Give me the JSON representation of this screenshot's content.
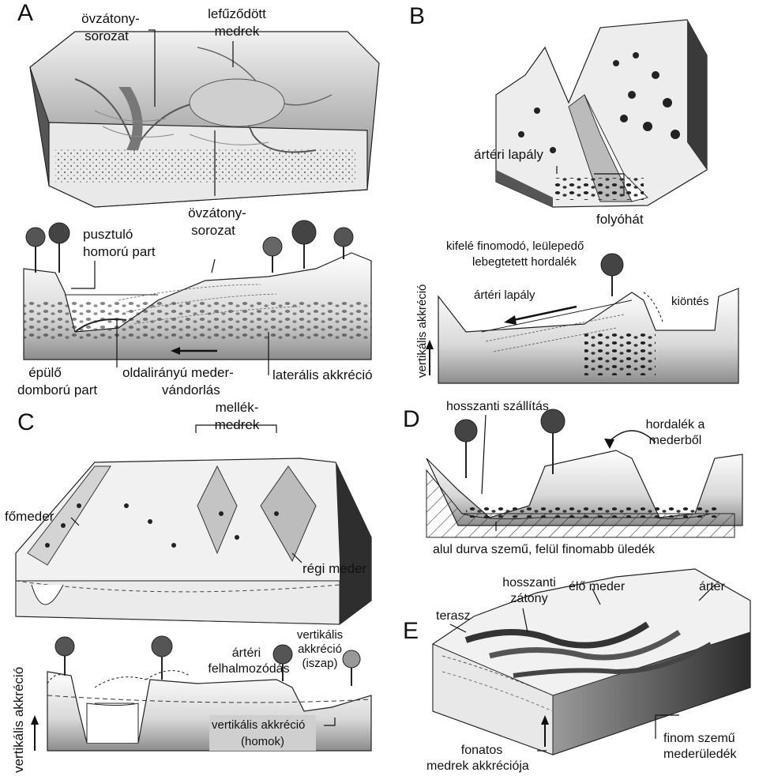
{
  "panels": {
    "A": {
      "letter": "A",
      "top_labels": {
        "point_bar_series_1": "övzátony-",
        "point_bar_series_2": "sorozat",
        "oxbow_1": "lefűződött",
        "oxbow_2": "medrek"
      },
      "bottom_labels": {
        "point_bar_series_1": "övzátony-",
        "point_bar_series_2": "sorozat",
        "eroding_bank_1": "pusztuló",
        "eroding_bank_2": "homorú part",
        "building_bank_1": "épülő",
        "building_bank_2": "domború part",
        "migration_1": "oldalirányú meder-",
        "migration_2": "vándorlás",
        "lateral_accretion": "laterális akkréció"
      }
    },
    "B": {
      "letter": "B",
      "top_labels": {
        "floodplain": "ártéri lapály",
        "channel_bar": "folyóhát"
      },
      "bottom_labels": {
        "fining_1": "kifelé finomodó, leülepedő",
        "fining_2": "lebegtetett hordalék",
        "floodplain": "ártéri lapály",
        "overbank": "kiöntés",
        "axis": "vertikális akkréció"
      }
    },
    "C": {
      "letter": "C",
      "top_labels": {
        "side_channels_1": "mellék-",
        "side_channels_2": "medrek",
        "main_channel": "főmeder",
        "old_channel": "régi meder"
      },
      "bottom_labels": {
        "floodplain_1": "ártéri",
        "floodplain_2": "felhalmozódás",
        "vert_mud_1": "vertikális",
        "vert_mud_2": "akkréció",
        "vert_mud_3": "(iszap)",
        "vert_sand_1": "vertikális akkréció",
        "vert_sand_2": "(homok)",
        "axis": "vertikális akkréció"
      }
    },
    "D": {
      "letter": "D",
      "labels": {
        "longitudinal": "hosszanti szállítás",
        "sediment_1": "hordalék a",
        "sediment_2": "mederből",
        "fining_up": "alul durva szemű, felül finomabb üledék"
      }
    },
    "E": {
      "letter": "E",
      "labels": {
        "terrace": "terasz",
        "long_bar_1": "hosszanti",
        "long_bar_2": "zátony",
        "live_channel": "élő meder",
        "floodplain": "ártér",
        "braided_1": "fonatos",
        "braided_2": "medrek akkréciója",
        "fine_1": "finom szemű",
        "fine_2": "mederüledék"
      }
    }
  }
}
